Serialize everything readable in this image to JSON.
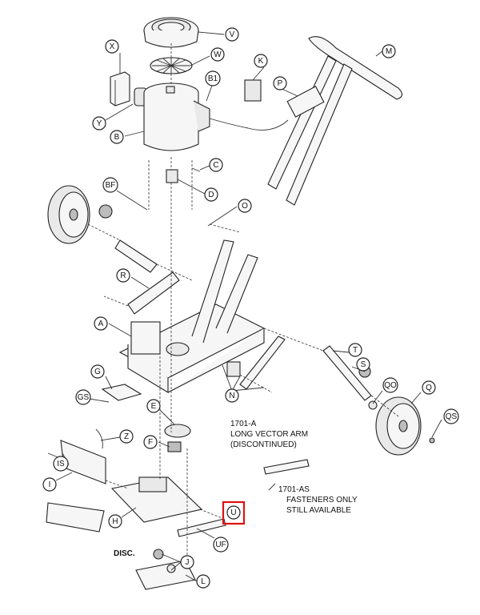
{
  "callouts": [
    {
      "id": "V",
      "label": "V"
    },
    {
      "id": "W",
      "label": "W"
    },
    {
      "id": "X",
      "label": "X"
    },
    {
      "id": "K",
      "label": "K"
    },
    {
      "id": "M",
      "label": "M"
    },
    {
      "id": "B1",
      "label": "B1"
    },
    {
      "id": "P",
      "label": "P"
    },
    {
      "id": "Y",
      "label": "Y"
    },
    {
      "id": "B",
      "label": "B"
    },
    {
      "id": "C",
      "label": "C"
    },
    {
      "id": "BF",
      "label": "BF"
    },
    {
      "id": "D",
      "label": "D"
    },
    {
      "id": "O",
      "label": "O"
    },
    {
      "id": "R",
      "label": "R"
    },
    {
      "id": "A",
      "label": "A"
    },
    {
      "id": "T",
      "label": "T"
    },
    {
      "id": "S",
      "label": "S"
    },
    {
      "id": "G",
      "label": "G"
    },
    {
      "id": "QO",
      "label": "QO"
    },
    {
      "id": "Q",
      "label": "Q"
    },
    {
      "id": "GS",
      "label": "GS"
    },
    {
      "id": "N",
      "label": "N"
    },
    {
      "id": "E",
      "label": "E"
    },
    {
      "id": "QS",
      "label": "QS"
    },
    {
      "id": "Z",
      "label": "Z"
    },
    {
      "id": "IS",
      "label": "IS"
    },
    {
      "id": "F",
      "label": "F"
    },
    {
      "id": "I",
      "label": "I"
    },
    {
      "id": "U",
      "label": "U"
    },
    {
      "id": "UF",
      "label": "UF"
    },
    {
      "id": "H",
      "label": "H"
    },
    {
      "id": "J",
      "label": "J"
    },
    {
      "id": "L",
      "label": "L"
    }
  ],
  "notes": {
    "arm_title": "1701-A",
    "arm_line2": "LONG VECTOR ARM",
    "arm_line3": "(DISCONTINUED)",
    "fast_title": "1701-AS",
    "fast_line2": "FASTENERS ONLY",
    "fast_line3": "STILL AVAILABLE",
    "disc_label": "DISC."
  },
  "highlighted": "U",
  "colors": {
    "highlight": "#d11111",
    "line": "#222222"
  }
}
